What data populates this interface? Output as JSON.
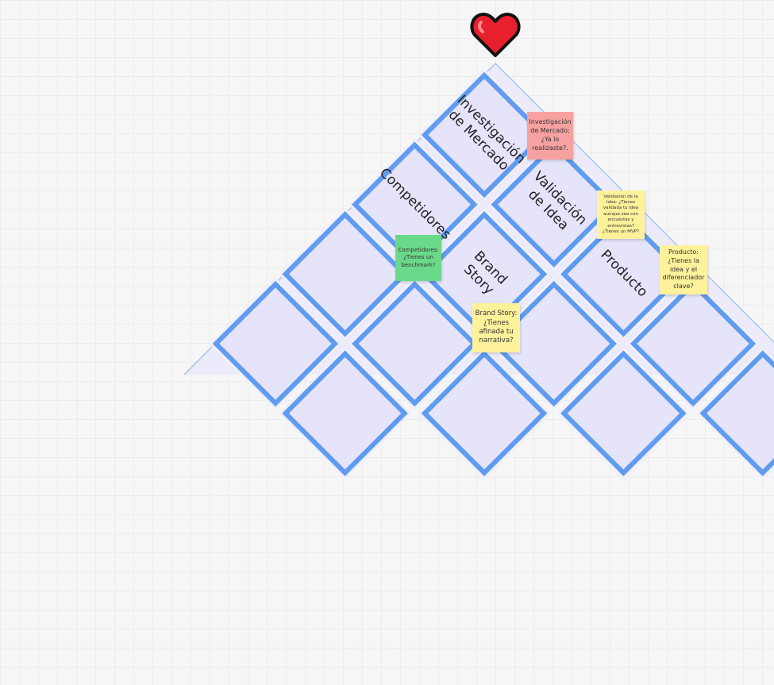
{
  "cells": [
    {
      "label": "Investigación de Mercado"
    },
    {
      "label": "Validación de Idea"
    },
    {
      "label": "Competidores"
    },
    {
      "label": "Brand Story"
    },
    {
      "label": "Producto"
    }
  ],
  "notes": [
    {
      "text": "Investigación de Mercado; ¿Ya lo realizaste?.",
      "color": "#f7a1a1"
    },
    {
      "text": "Validación de la Idea: ¿Tienes validada tu idea aunque sea con encuestas y entrevistas? ¿Tienes un MVP?",
      "color": "#fff29b"
    },
    {
      "text": "Producto: ¿Tienes la idea y el diferenciador clave?",
      "color": "#fff29b"
    },
    {
      "text": "Competidores: ¿Tienes un benchmark?",
      "color": "#6ad98a"
    },
    {
      "text": "Brand Story: ¿Tienes afinada tu narrativa?",
      "color": "#fff29b"
    }
  ],
  "colors": {
    "accent": "#5f9bf0",
    "heart": "#e8202e"
  }
}
